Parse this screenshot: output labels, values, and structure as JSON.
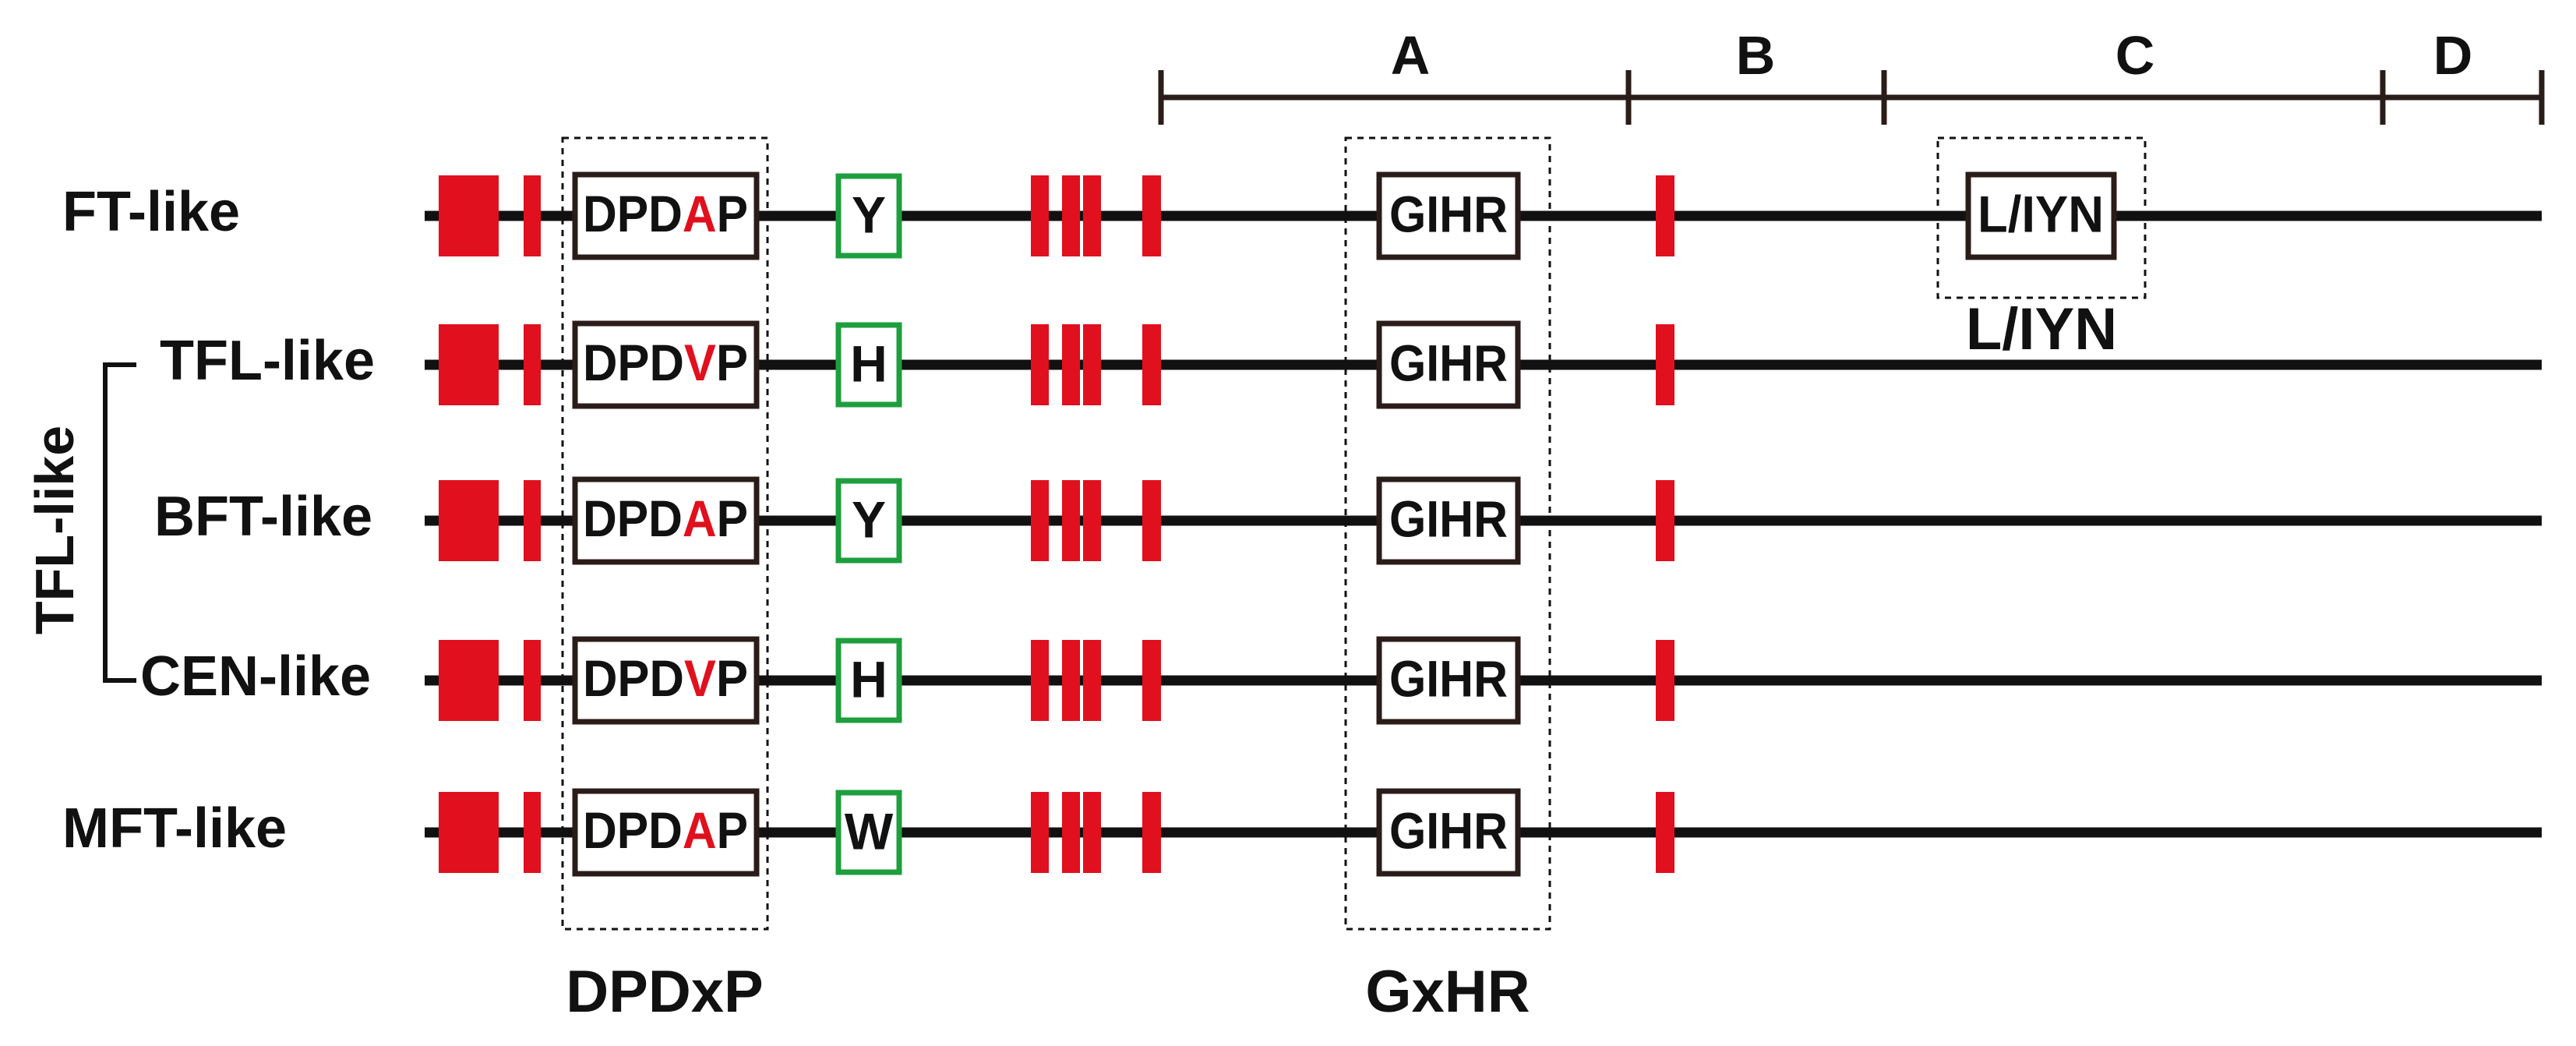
{
  "scale": {
    "segments": [
      {
        "label": "A"
      },
      {
        "label": "B"
      },
      {
        "label": "C"
      },
      {
        "label": "D"
      }
    ]
  },
  "group_label": "TFL-like",
  "region_labels": {
    "dpdxp": "DPDxP",
    "gxhr": "GxHR",
    "liyn": "L/IYN"
  },
  "rows": [
    {
      "name": "FT-like",
      "dpd": {
        "prefix": "DPD",
        "var": "A",
        "suffix": "P"
      },
      "residue": "Y",
      "gihr": "GIHR",
      "extra": "L/IYN"
    },
    {
      "name": "TFL-like",
      "dpd": {
        "prefix": "DPD",
        "var": "V",
        "suffix": "P"
      },
      "residue": "H",
      "gihr": "GIHR"
    },
    {
      "name": "BFT-like",
      "dpd": {
        "prefix": "DPD",
        "var": "A",
        "suffix": "P"
      },
      "residue": "Y",
      "gihr": "GIHR"
    },
    {
      "name": "CEN-like",
      "dpd": {
        "prefix": "DPD",
        "var": "V",
        "suffix": "P"
      },
      "residue": "H",
      "gihr": "GIHR"
    },
    {
      "name": "MFT-like",
      "dpd": {
        "prefix": "DPD",
        "var": "A",
        "suffix": "P"
      },
      "residue": "W",
      "gihr": "GIHR"
    }
  ],
  "colors": {
    "line": "#111111",
    "marker": "#e0101e",
    "variant": "#e0101e",
    "residue_box": "#1e9e3e"
  }
}
